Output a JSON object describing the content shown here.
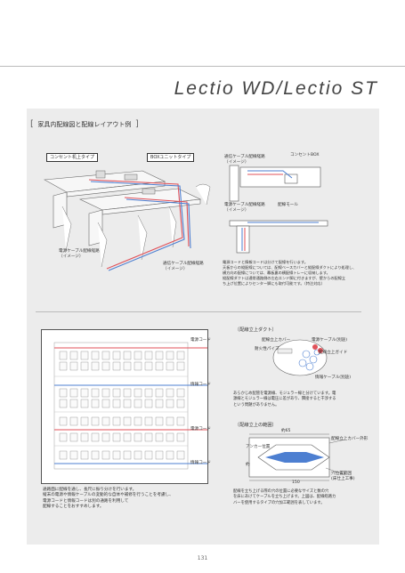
{
  "header": {
    "title": "Lectio WD/Lectio ST"
  },
  "section": {
    "title": "家具内配線図と配線レイアウト例"
  },
  "desk_diagram": {
    "tag_left": "コンセント机上タイプ",
    "tag_right": "BOXユニットタイプ",
    "label_power_under": "電源ケーブル配線経路\n（イメージ）",
    "label_comm_under": "通信ケーブル配線経路\n（イメージ）"
  },
  "detail_diagram": {
    "label_comm": "通信ケーブル配線経路\n（イメージ）",
    "label_outlet_box": "コンセントBOX",
    "label_power": "電源ケーブル配線経路\n（イメージ）",
    "label_molding": "配線モール",
    "note": "電源コードと情報コードは分けて配線を行います。\n天板からの縦配線については、配線ベースカバーと縦配線ダクトにより処理し、\n横方向の配線については、幕板裏の横配線トレーに収納します。\n縦配線ダクトは通常通路側の左右エンド脚に付きますが、壁からの配線立\nち上げ位置によりセンター脚にも取付可能です。（特注対応）"
  },
  "plan": {
    "label_power_1": "電源コード",
    "label_info_1": "情報コード",
    "label_power_2": "電源コード",
    "label_info_2": "情報コード",
    "note": "通路面に配線を通し、長尺に振り分けを行います。\n縦末の電源や情報ケーブルの変動的な自体や補修を行うことを考慮し、\n電源コードと情報コードは別の通路を利用して\n配線することをおすすめします。"
  },
  "duct": {
    "title": "〔配線立上ダクト〕",
    "label_cover": "配線立上カバー",
    "label_power_cable": "電源ケーブル(別途)",
    "label_duct_pipe": "耐火性パイプ",
    "label_guide": "配線立上ガイド",
    "label_info_cable": "情報ケーブル(別途)",
    "note": "あらかじめ配管を電源線、モジュラー線と分けています。電\n源線とモジュラー線は電圧に差があり、隣接すると干渉する\nという問題がありません。"
  },
  "range": {
    "title": "〔配線立上の範囲〕",
    "label_top": "約65",
    "label_anchor": "アンカー位置",
    "label_cover": "配線立上カバー外形",
    "label_floor": "穴位置範囲\n(床仕上工事)",
    "dim_width": "150",
    "dim_left": "約",
    "note": "配線を立ち上げる際の穴の位置に必要なサイズと数の穴\nを床にあけてケーブルを立ち上げます。上図は、配線経路カ\nバーを使用するタイプの穴加工範囲を表しています。"
  },
  "footer": {
    "page_number": "131"
  }
}
